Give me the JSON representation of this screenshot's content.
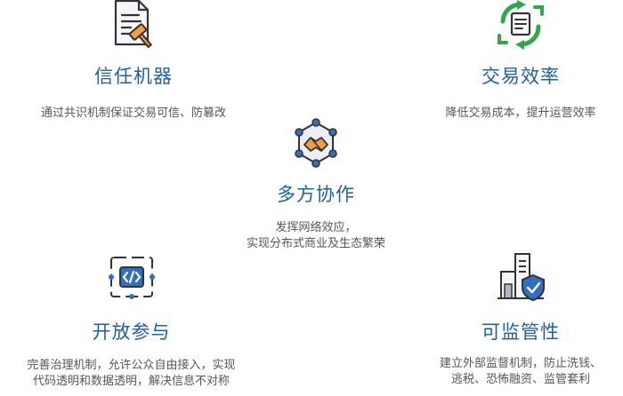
{
  "features": {
    "trust": {
      "icon": "document-gavel-icon",
      "title": "信任机器",
      "desc": [
        "通过共识机制保证交易可信、防篡改"
      ]
    },
    "efficiency": {
      "icon": "refresh-document-icon",
      "title": "交易效率",
      "desc": [
        "降低交易成本，提升运营效率"
      ]
    },
    "collaboration": {
      "icon": "network-handshake-icon",
      "title": "多方协作",
      "desc": [
        "发挥网络效应，",
        "实现分布式商业及生态繁荣"
      ]
    },
    "openness": {
      "icon": "code-icon",
      "title": "开放参与",
      "desc": [
        "完善治理机制，允许公众自由接入，实现",
        "代码透明和数据透明，解决信息不对称"
      ]
    },
    "regulation": {
      "icon": "building-shield-icon",
      "title": "可监管性",
      "desc": [
        "建立外部监督机制，防止洗钱、",
        "逃税、恐怖融资、监管套利"
      ]
    }
  },
  "colors": {
    "title": "#1f5fa8",
    "text": "#555555",
    "orange": "#f0a040",
    "green": "#2ea84a",
    "blue": "#2f6fc4"
  }
}
